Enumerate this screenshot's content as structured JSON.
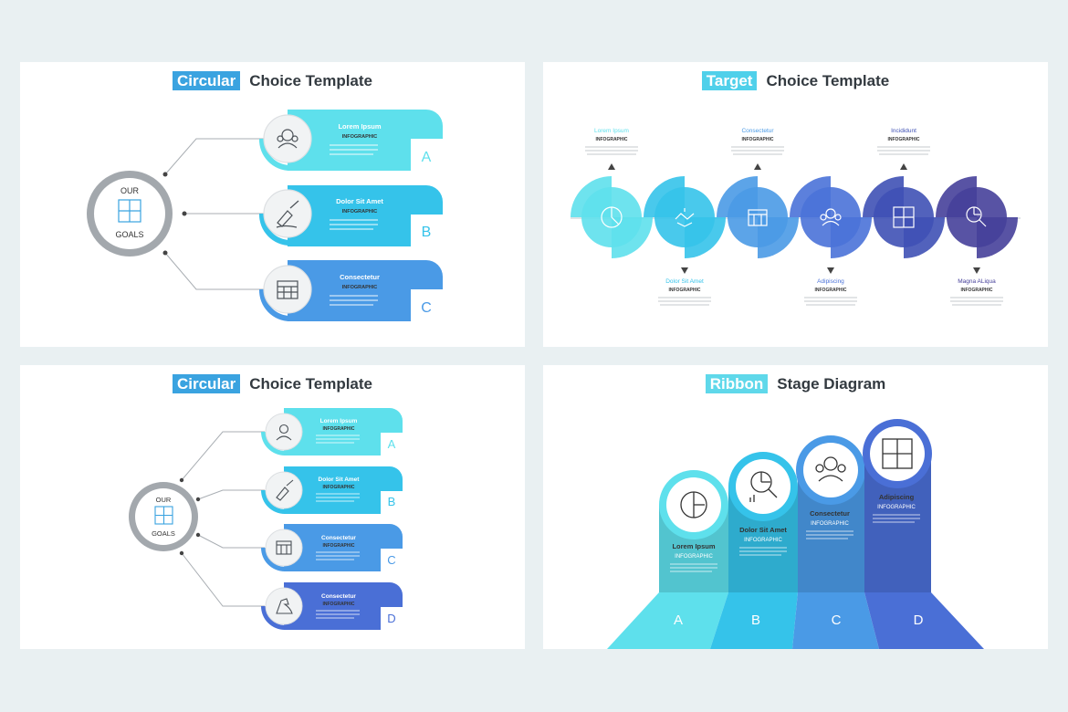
{
  "panels": [
    {
      "title_highlight": "Circular",
      "title_rest": "Choice Template",
      "highlight_color": "#3aa3e0",
      "hub": {
        "line1": "OUR",
        "line2": "GOALS"
      },
      "cards": [
        {
          "heading": "Lorem Ipsum",
          "sub": "INFOGRAPHIC",
          "letter": "A",
          "color": "#5ee0ec",
          "icon": "team-icon"
        },
        {
          "heading": "Dolor Sit Amet",
          "sub": "INFOGRAPHIC",
          "letter": "B",
          "color": "#35c3ea",
          "icon": "signing-hand-icon"
        },
        {
          "heading": "Consectetur",
          "sub": "INFOGRAPHIC",
          "letter": "C",
          "color": "#4a9ae6",
          "icon": "calendar-icon"
        }
      ]
    },
    {
      "title_highlight": "Target",
      "title_rest": "Choice Template",
      "highlight_color": "#4fd0ea",
      "steps": [
        {
          "heading": "Lorem Ipsum",
          "sub": "INFOGRAPHIC",
          "color": "#5ee0ec",
          "icon": "pie-chart-icon"
        },
        {
          "heading": "Dolor Sit Amet",
          "sub": "INFOGRAPHIC",
          "color": "#35c3ea",
          "icon": "handshake-icon"
        },
        {
          "heading": "Consectetur",
          "sub": "INFOGRAPHIC",
          "color": "#4a9ae6",
          "icon": "calendar-icon"
        },
        {
          "heading": "Adipiscing",
          "sub": "INFOGRAPHIC",
          "color": "#4a72d8",
          "icon": "team-icon"
        },
        {
          "heading": "Incididunt",
          "sub": "INFOGRAPHIC",
          "color": "#3f51b5",
          "icon": "puzzle-icon"
        },
        {
          "heading": "Magna ALiqua",
          "sub": "INFOGRAPHIC",
          "color": "#46409a",
          "icon": "chart-magnifier-icon"
        }
      ]
    },
    {
      "title_highlight": "Circular",
      "title_rest": "Choice Template",
      "highlight_color": "#3aa3e0",
      "hub": {
        "line1": "OUR",
        "line2": "GOALS"
      },
      "cards": [
        {
          "heading": "Lorem Ipsum",
          "sub": "INFOGRAPHIC",
          "letter": "A",
          "color": "#5ee0ec",
          "icon": "team-icon"
        },
        {
          "heading": "Dolor Sit Amet",
          "sub": "INFOGRAPHIC",
          "letter": "B",
          "color": "#35c3ea",
          "icon": "signing-hand-icon"
        },
        {
          "heading": "Consectetur",
          "sub": "INFOGRAPHIC",
          "letter": "C",
          "color": "#4a9ae6",
          "icon": "calendar-icon"
        },
        {
          "heading": "Consectetur",
          "sub": "INFOGRAPHIC",
          "letter": "D",
          "color": "#4a6fd6",
          "icon": "flexed-arm-icon"
        }
      ]
    },
    {
      "title_highlight": "Ribbon",
      "title_rest": "Stage Diagram",
      "highlight_color": "#5fd8ea",
      "stages": [
        {
          "heading": "Lorem Ipsum",
          "sub": "INFOGRAPHIC",
          "letter": "A",
          "color": "#5ee0ec",
          "icon": "pie-chart-icon"
        },
        {
          "heading": "Dolor Sit Amet",
          "sub": "INFOGRAPHIC",
          "letter": "B",
          "color": "#35c3ea",
          "icon": "chart-magnifier-icon"
        },
        {
          "heading": "Consectetur",
          "sub": "INFOGRAPHIC",
          "letter": "C",
          "color": "#4a9ae6",
          "icon": "team-icon"
        },
        {
          "heading": "Adipiscing",
          "sub": "INFOGRAPHIC",
          "letter": "D",
          "color": "#4a6fd6",
          "icon": "puzzle-icon"
        }
      ]
    }
  ]
}
